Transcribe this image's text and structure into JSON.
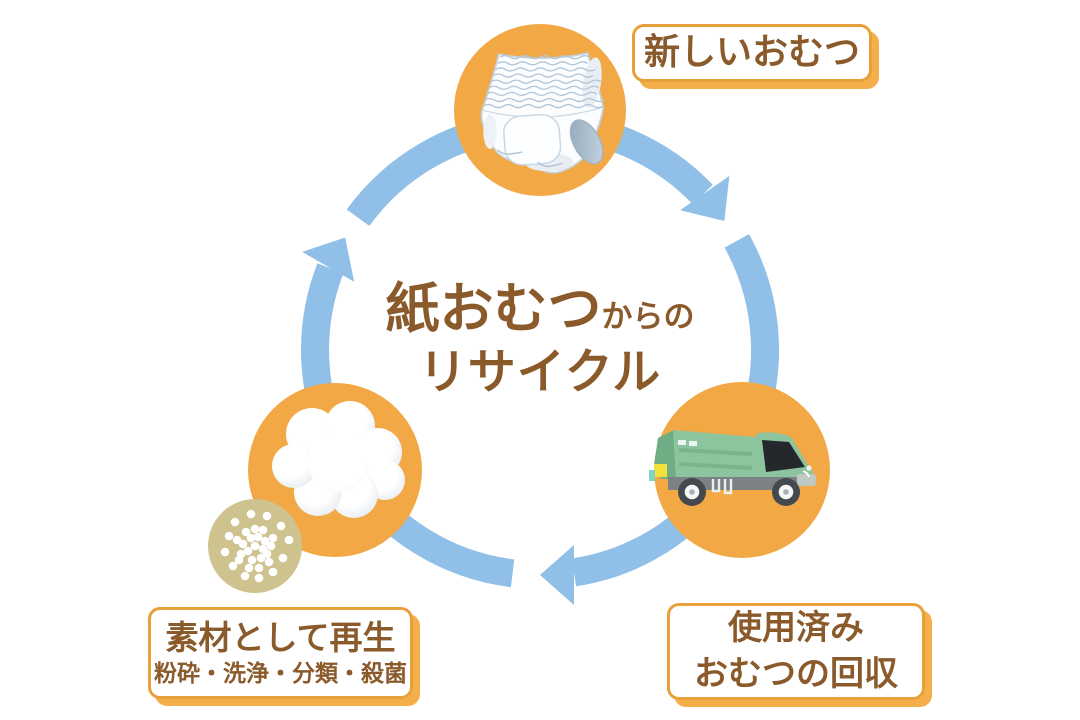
{
  "center_title": {
    "line1_main": "紙おむつ",
    "line1_suffix": "からの",
    "line2": "リサイクル"
  },
  "labels": {
    "new_diaper": "新しいおむつ",
    "collection_line1": "使用済み",
    "collection_line2": "おむつの回収",
    "material_title": "素材として再生",
    "material_steps": "粉砕・洗浄・分類・殺菌"
  },
  "icons": {
    "top_node": "diaper-icon",
    "right_node": "garbage-truck-icon",
    "left_node": "cotton-pulp-icon",
    "left_node_secondary": "pellets-icon",
    "ring": "cycle-arrows-icon"
  },
  "colors": {
    "accent_orange": "#F2A845",
    "arrow_blue": "#90BFE8",
    "text_brown": "#8B5A2B",
    "label_border": "#E7A03A",
    "label_shadow": "#F5AF4A",
    "pellet_tan": "#CEC28E",
    "truck_green": "#8CC49E",
    "truck_green_dark": "#6FAE85",
    "diaper_line_blue": "#B3C6D8"
  }
}
